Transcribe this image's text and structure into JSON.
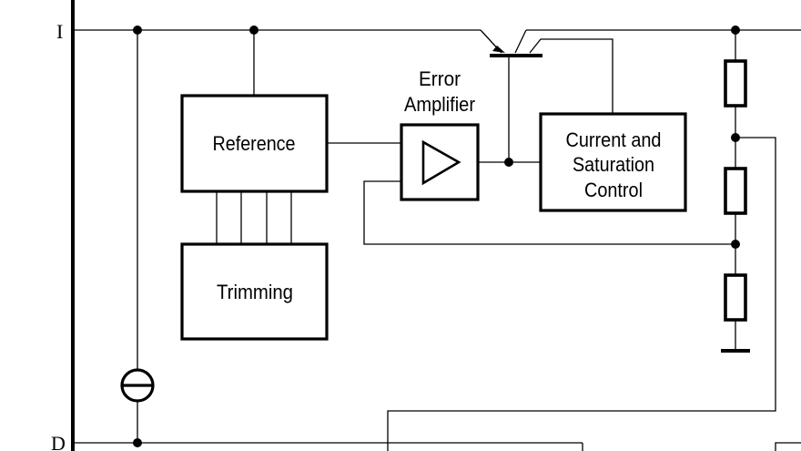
{
  "pins": {
    "input": "I",
    "drain": "D"
  },
  "blocks": {
    "reference": "Reference",
    "trimming": "Trimming",
    "error_amplifier": [
      "Error",
      "Amplifier"
    ],
    "current_control": [
      "Current and",
      "Saturation",
      "Control"
    ]
  }
}
